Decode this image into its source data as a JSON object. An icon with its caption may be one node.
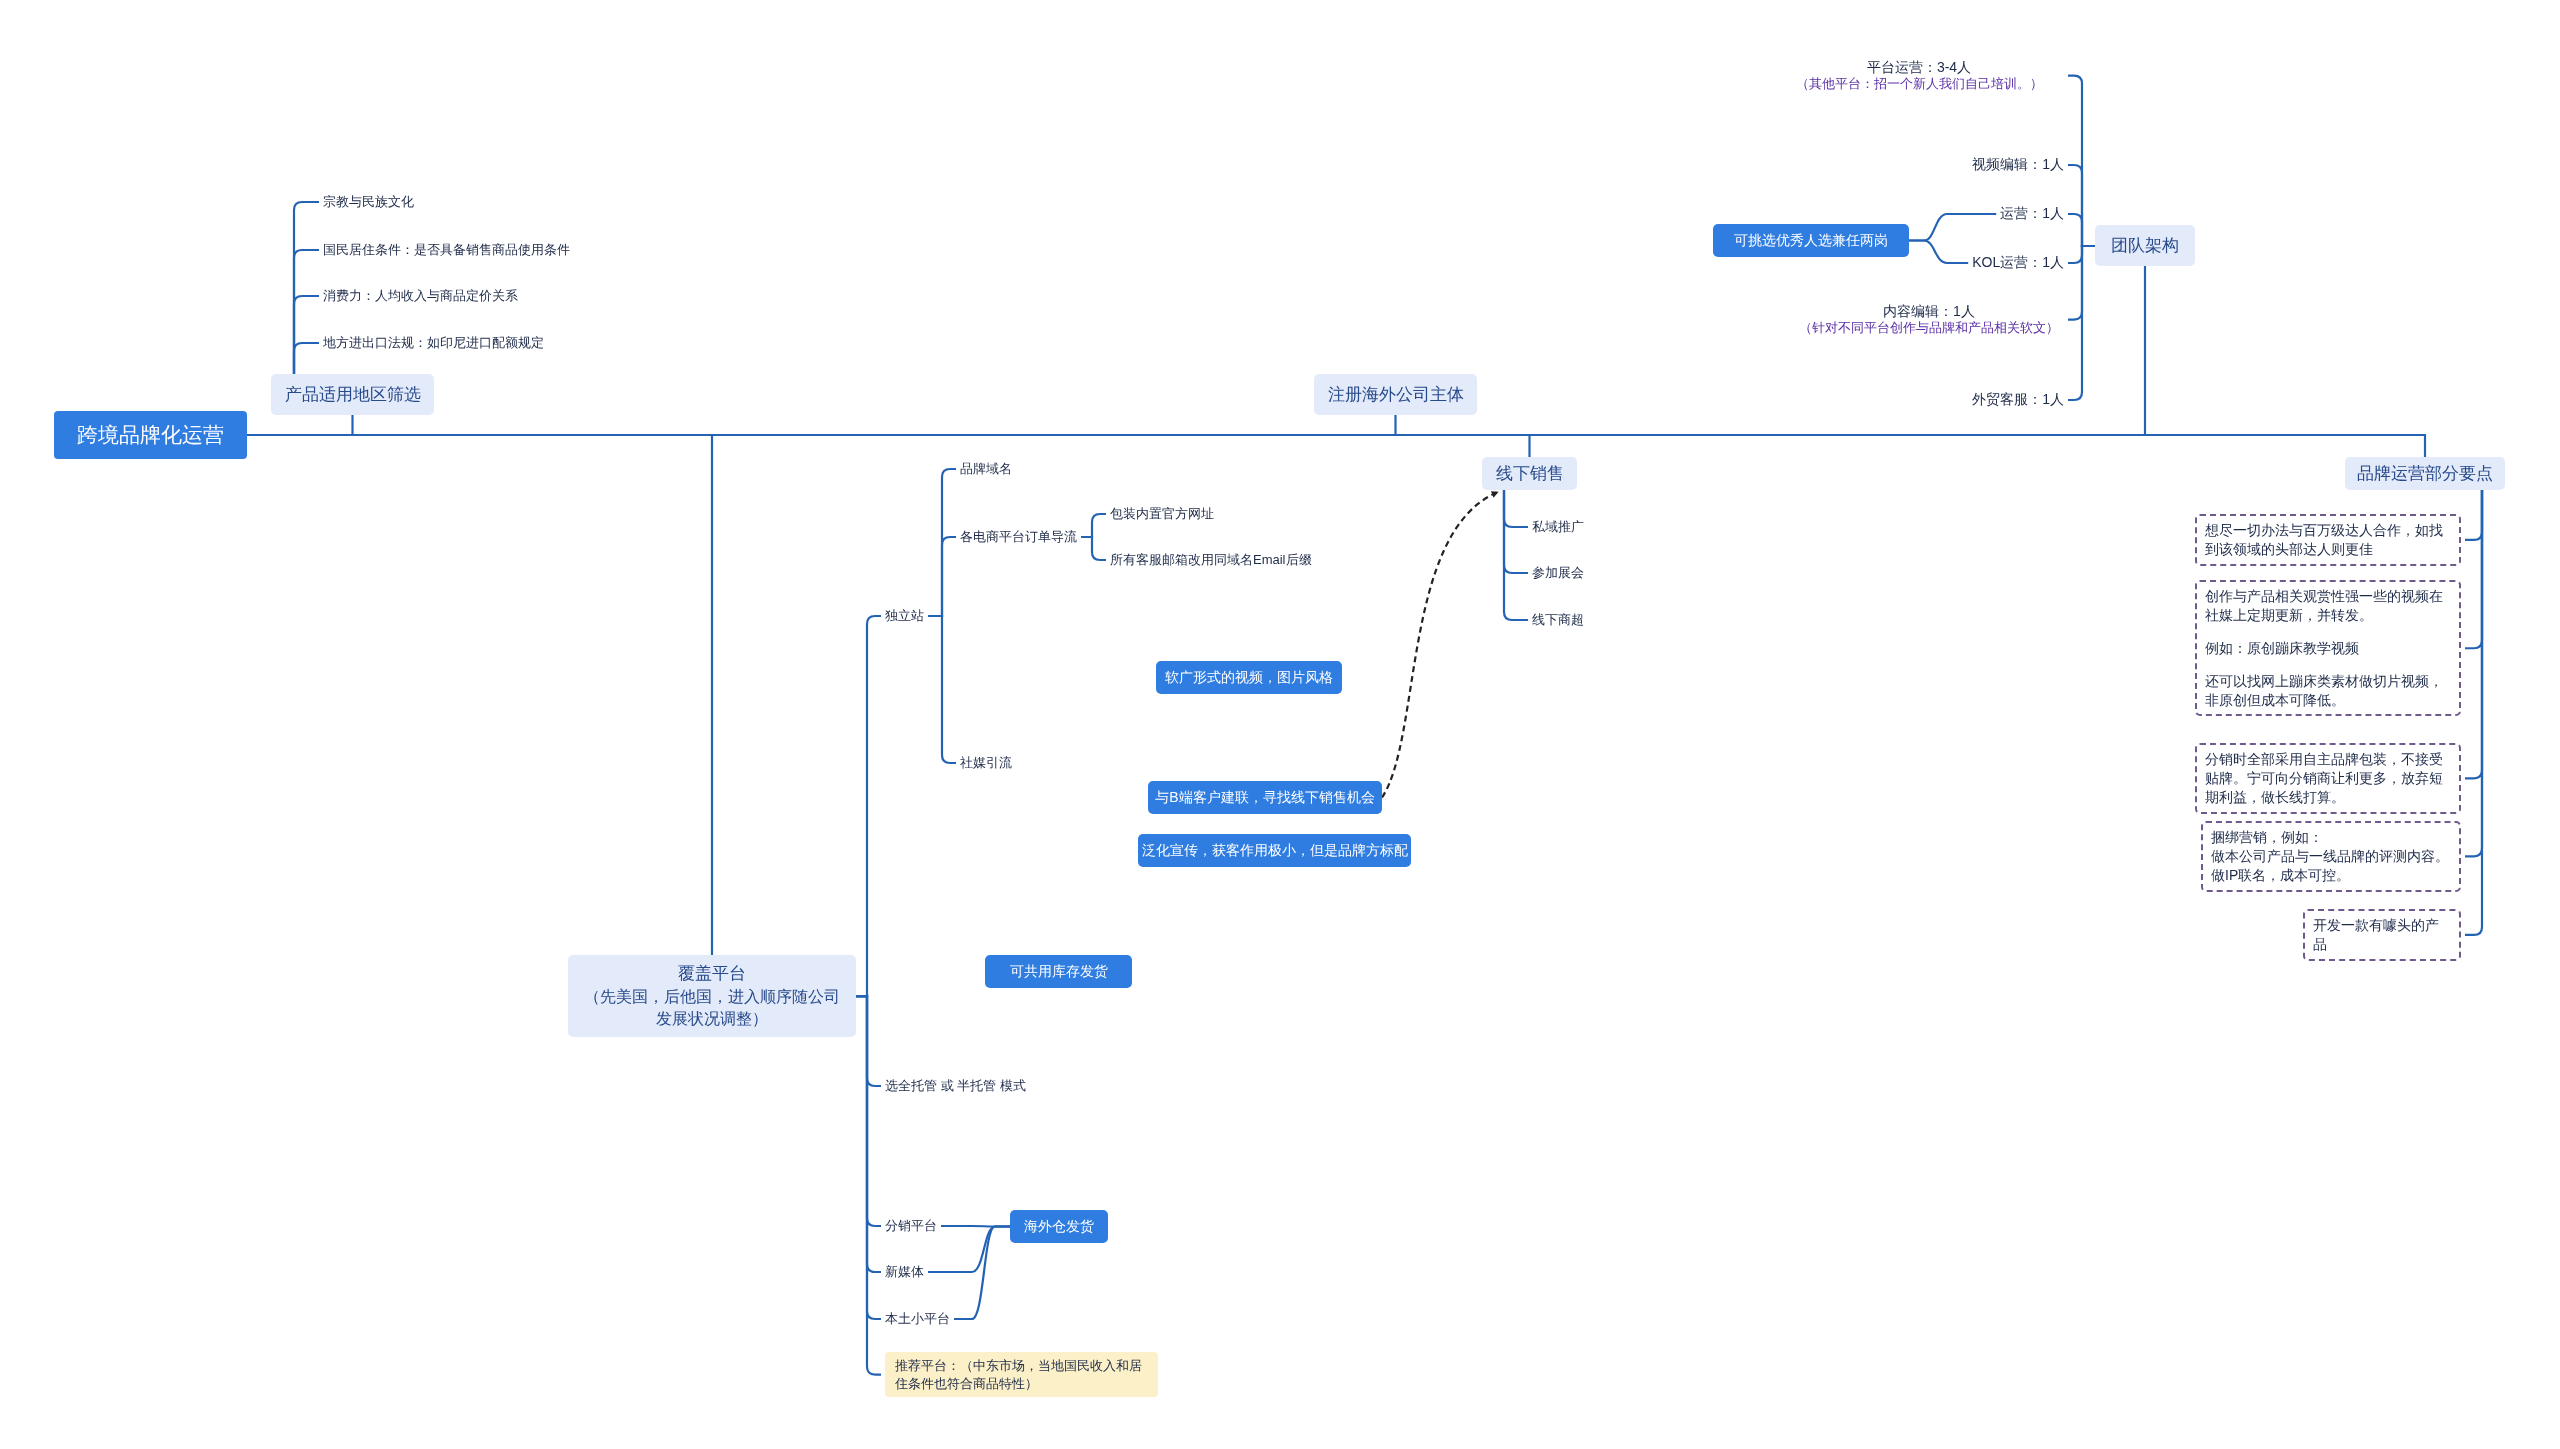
{
  "diagram": {
    "nodes": [
      {
        "text": [
          "跨境品牌化运营"
        ]
      },
      {
        "text": [
          "产品适用地区筛选"
        ]
      },
      {
        "text": [
          "宗教与民族文化"
        ]
      },
      {
        "text": [
          "国民居住条件：是否具备销售商品使用条件"
        ]
      },
      {
        "text": [
          "消费力：人均收入与商品定价关系"
        ]
      },
      {
        "text": [
          "地方进出口法规：如印尼进口配额规定"
        ]
      },
      {
        "text": [
          "注册海外公司主体"
        ]
      },
      {
        "text": [
          "团队架构"
        ]
      },
      {
        "text": [
          "平台运营：3-4人",
          "（其他平台：招一个新人我们自己培训。）"
        ]
      },
      {
        "text": [
          "视频编辑：1人"
        ]
      },
      {
        "text": [
          "运营：1人"
        ]
      },
      {
        "text": [
          "KOL运营：1人"
        ]
      },
      {
        "text": [
          "内容编辑：1人",
          "（针对不同平台创作与品牌和产品相关软文）"
        ]
      },
      {
        "text": [
          "外贸客服：1人"
        ]
      },
      {
        "text": [
          "可挑选优秀人选兼任两岗"
        ]
      },
      {
        "text": [
          "线下销售"
        ]
      },
      {
        "text": [
          "私域推广"
        ]
      },
      {
        "text": [
          "参加展会"
        ]
      },
      {
        "text": [
          "线下商超"
        ]
      },
      {
        "text": [
          "品牌运营部分要点"
        ]
      },
      {
        "text": [
          "想尽一切办法与百万级达人合作，如找到该领域的头部达人则更佳"
        ]
      },
      {
        "text": [
          "创作与产品相关观赏性强一些的视频在社媒上定期更新，并转发。",
          "例如：原创蹦床教学视频",
          "还可以找网上蹦床类素材做切片视频，非原创但成本可降低。"
        ]
      },
      {
        "text": [
          "分销时全部采用自主品牌包装，不接受贴牌。宁可向分销商让利更多，放弃短期利益，做长线打算。"
        ]
      },
      {
        "text": [
          "捆绑营销，例如：",
          "做本公司产品与一线品牌的评测内容。",
          "做IP联名，成本可控。"
        ]
      },
      {
        "text": [
          "开发一款有噱头的产品"
        ]
      },
      {
        "text": [
          "覆盖平台",
          "（先美国，后他国，进入顺序随公司发展状况调整）"
        ]
      },
      {
        "text": [
          "独立站"
        ]
      },
      {
        "text": [
          "品牌域名"
        ]
      },
      {
        "text": [
          "各电商平台订单导流"
        ]
      },
      {
        "text": [
          "包装内置官方网址"
        ]
      },
      {
        "text": [
          "所有客服邮箱改用同域名Email后缀"
        ]
      },
      {
        "text": [
          "社媒引流"
        ]
      },
      {
        "text": [
          "软广形式的视频，图片风格"
        ]
      },
      {
        "text": [
          "与B端客户建联，寻找线下销售机会"
        ]
      },
      {
        "text": [
          "泛化宣传，获客作用极小，但是品牌方标配"
        ]
      },
      {
        "text": [
          "可共用库存发货"
        ]
      },
      {
        "text": [
          "选全托管 或 半托管 模式"
        ]
      },
      {
        "text": [
          "分销平台"
        ]
      },
      {
        "text": [
          "新媒体"
        ]
      },
      {
        "text": [
          "本土小平台"
        ]
      },
      {
        "text": [
          "海外仓发货"
        ]
      },
      {
        "text": [
          "推荐平台：（中东市场，当地国民收入和居住条件也符合商品特性）"
        ]
      }
    ],
    "edges": [
      {
        "from": 0,
        "to": 1,
        "arrow": "none"
      },
      {
        "from": 0,
        "to": 6,
        "arrow": "none"
      },
      {
        "from": 0,
        "to": 7,
        "arrow": "none"
      },
      {
        "from": 0,
        "to": 15,
        "arrow": "none"
      },
      {
        "from": 0,
        "to": 19,
        "arrow": "none"
      },
      {
        "from": 0,
        "to": 25,
        "arrow": "none"
      },
      {
        "from": 1,
        "to": 2,
        "arrow": "none"
      },
      {
        "from": 1,
        "to": 3,
        "arrow": "none"
      },
      {
        "from": 1,
        "to": 4,
        "arrow": "none"
      },
      {
        "from": 1,
        "to": 5,
        "arrow": "none"
      },
      {
        "from": 7,
        "to": 8,
        "arrow": "none"
      },
      {
        "from": 7,
        "to": 9,
        "arrow": "none"
      },
      {
        "from": 7,
        "to": 10,
        "arrow": "none"
      },
      {
        "from": 7,
        "to": 11,
        "arrow": "none"
      },
      {
        "from": 7,
        "to": 12,
        "arrow": "none"
      },
      {
        "from": 7,
        "to": 13,
        "arrow": "none"
      },
      {
        "from": 14,
        "to": 10,
        "arrow": "none"
      },
      {
        "from": 14,
        "to": 11,
        "arrow": "none"
      },
      {
        "from": 15,
        "to": 16,
        "arrow": "none"
      },
      {
        "from": 15,
        "to": 17,
        "arrow": "none"
      },
      {
        "from": 15,
        "to": 18,
        "arrow": "none"
      },
      {
        "from": 19,
        "to": 20,
        "arrow": "none"
      },
      {
        "from": 19,
        "to": 21,
        "arrow": "none"
      },
      {
        "from": 19,
        "to": 22,
        "arrow": "none"
      },
      {
        "from": 19,
        "to": 23,
        "arrow": "none"
      },
      {
        "from": 19,
        "to": 24,
        "arrow": "none"
      },
      {
        "from": 25,
        "to": 26,
        "arrow": "none"
      },
      {
        "from": 26,
        "to": 27,
        "arrow": "none"
      },
      {
        "from": 26,
        "to": 28,
        "arrow": "none"
      },
      {
        "from": 28,
        "to": 29,
        "arrow": "none"
      },
      {
        "from": 28,
        "to": 30,
        "arrow": "none"
      },
      {
        "from": 26,
        "to": 31,
        "arrow": "none"
      },
      {
        "from": 25,
        "to": 36,
        "arrow": "none"
      },
      {
        "from": 25,
        "to": 37,
        "arrow": "none"
      },
      {
        "from": 25,
        "to": 38,
        "arrow": "none"
      },
      {
        "from": 25,
        "to": 39,
        "arrow": "none"
      },
      {
        "from": 25,
        "to": 41,
        "arrow": "none"
      },
      {
        "from": 40,
        "to": 37,
        "arrow": "none"
      },
      {
        "from": 40,
        "to": 38,
        "arrow": "none"
      },
      {
        "from": 40,
        "to": 39,
        "arrow": "none"
      },
      {
        "from": 33,
        "to": 15,
        "arrow": "to",
        "style": "dashed",
        "color": "#222222"
      }
    ]
  }
}
